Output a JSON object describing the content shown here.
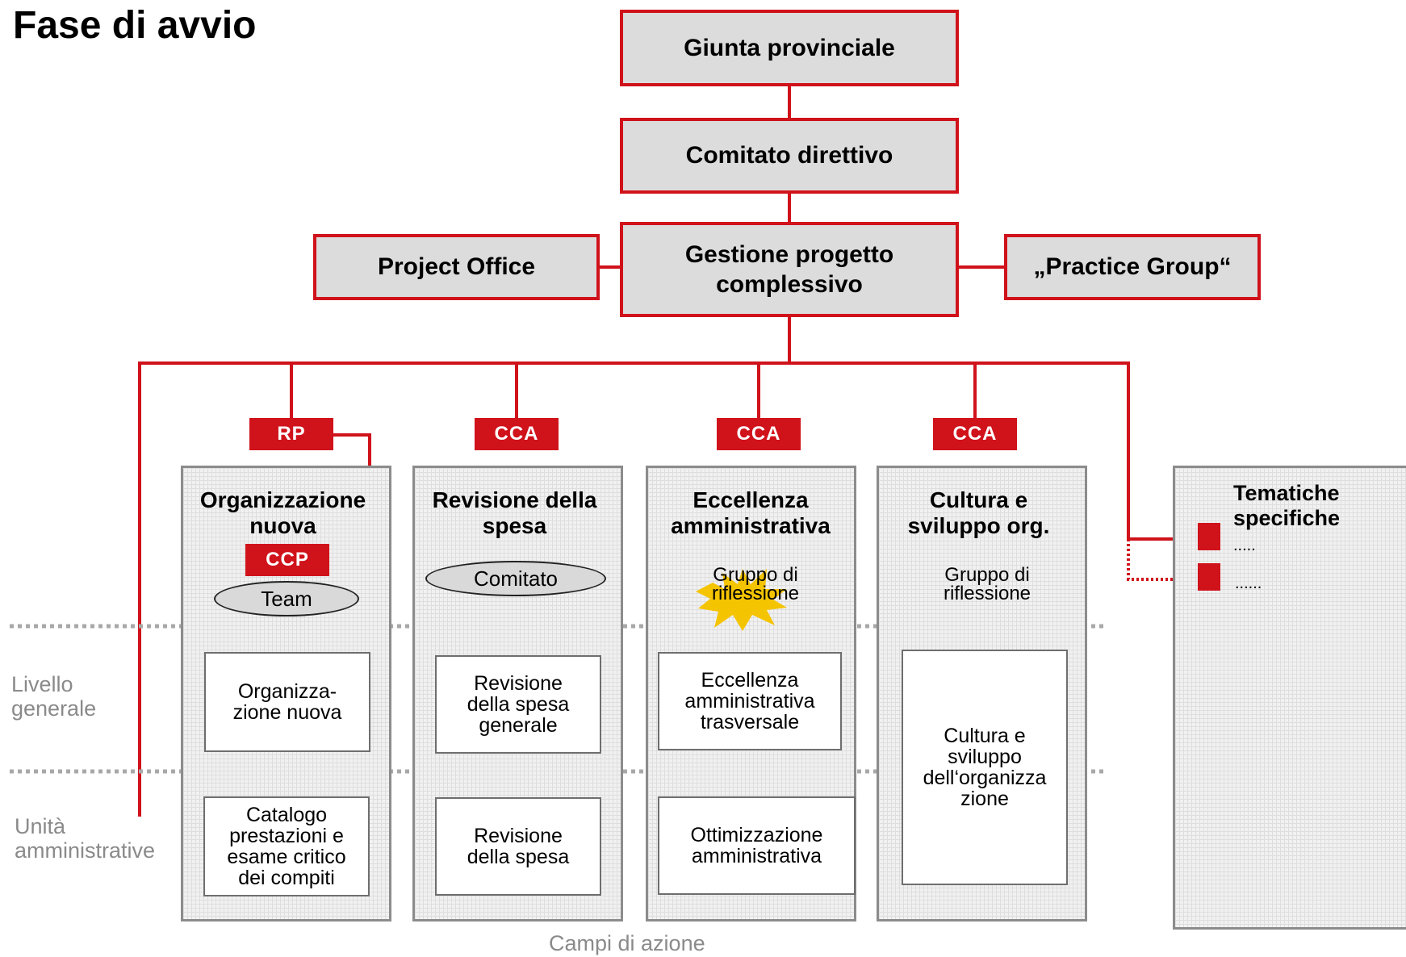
{
  "page_title": "Fase di avvio",
  "top": {
    "giunta": "Giunta provinciale",
    "comitato": "Comitato direttivo",
    "gestione": "Gestione progetto complessivo",
    "project_office": "Project Office",
    "practice_group": "„Practice Group“"
  },
  "tags": {
    "rp": "RP",
    "cca": "CCA",
    "ccp": "CCP"
  },
  "columns": [
    {
      "title": "Organizzazione nuova",
      "oval": "Team",
      "general": "Organizza-\nzione nuova",
      "units": "Catalogo prestazioni e esame critico dei compiti"
    },
    {
      "title": "Revisione della spesa",
      "oval": "Comitato",
      "general": "Revisione della spesa generale",
      "units": "Revisione della spesa"
    },
    {
      "title": "Eccellenza amministrativa",
      "burst": "Gruppo di riflessione",
      "general": "Eccellenza amministrativa trasversale",
      "units": "Ottimizzazione amministrativa"
    },
    {
      "title": "Cultura e sviluppo org.",
      "burst": "Gruppo di riflessione",
      "merged": "Cultura e sviluppo dell‘organizza zione"
    }
  ],
  "tematiche": {
    "title": "Tematiche specifiche",
    "item1": ".....",
    "item2": "......"
  },
  "levels": {
    "generale": "Livello generale",
    "unita": "Unità amministrative"
  },
  "footer": "Campi di azione",
  "colors": {
    "accent": "#d0121b",
    "box_gray": "#dcdcdc",
    "column_border": "#8c8c8c",
    "muted_text": "#8a8a8a"
  }
}
